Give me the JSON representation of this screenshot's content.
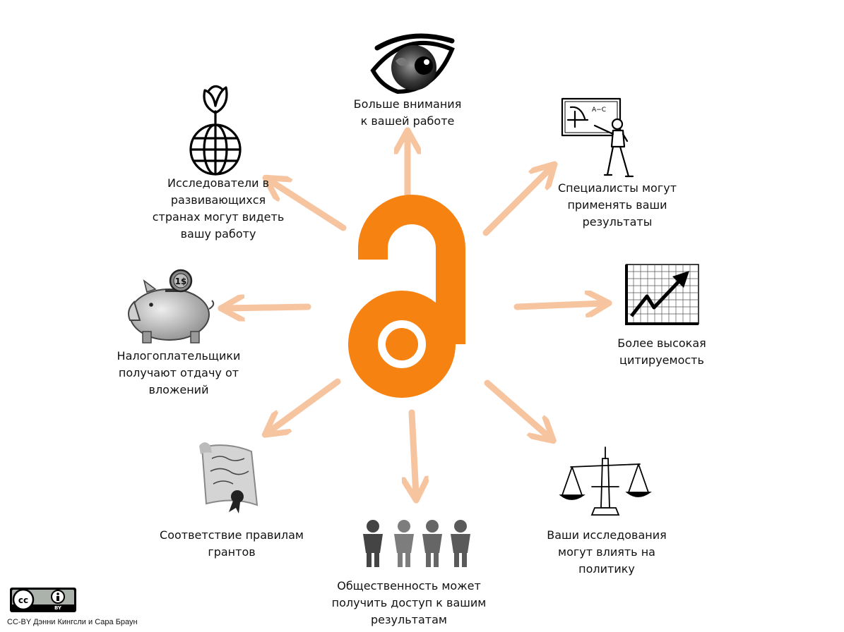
{
  "colors": {
    "accent": "#F68212",
    "arrow": "#F7C4A0"
  },
  "center_icon": "open-access-lock-icon",
  "benefits": [
    {
      "id": "attention",
      "icon": "eye-icon",
      "lines": [
        "Больше внимания",
        "к вашей работе"
      ]
    },
    {
      "id": "practitioners",
      "icon": "presenter-icon",
      "lines": [
        "Специалисты могут",
        "применять ваши",
        "результаты"
      ]
    },
    {
      "id": "citations",
      "icon": "growth-chart-icon",
      "lines": [
        "Более высокая",
        "цитируемость"
      ]
    },
    {
      "id": "policy",
      "icon": "scales-icon",
      "lines": [
        "Ваши исследования",
        "могут влиять на",
        "политику"
      ]
    },
    {
      "id": "public",
      "icon": "people-icon",
      "lines": [
        "Общественность может",
        "получить доступ к вашим",
        "результатам"
      ]
    },
    {
      "id": "grants",
      "icon": "scroll-icon",
      "lines": [
        "Соответствие правилам",
        "грантов"
      ]
    },
    {
      "id": "taxpayers",
      "icon": "piggy-bank-icon",
      "lines": [
        "Налогоплательщики",
        "получают отдачу от",
        "вложений"
      ]
    },
    {
      "id": "developing",
      "icon": "globe-plant-icon",
      "lines": [
        "Исследователи в",
        "развивающихся",
        "странах могут видеть",
        "вашу работу"
      ]
    }
  ],
  "coin_text": "1$",
  "license": {
    "badge_icon": "cc-by-badge-icon",
    "badge_text_cc": "cc",
    "badge_text_by": "BY",
    "credit": "CC-BY Дэнни Кингсли и Сара Браун"
  }
}
